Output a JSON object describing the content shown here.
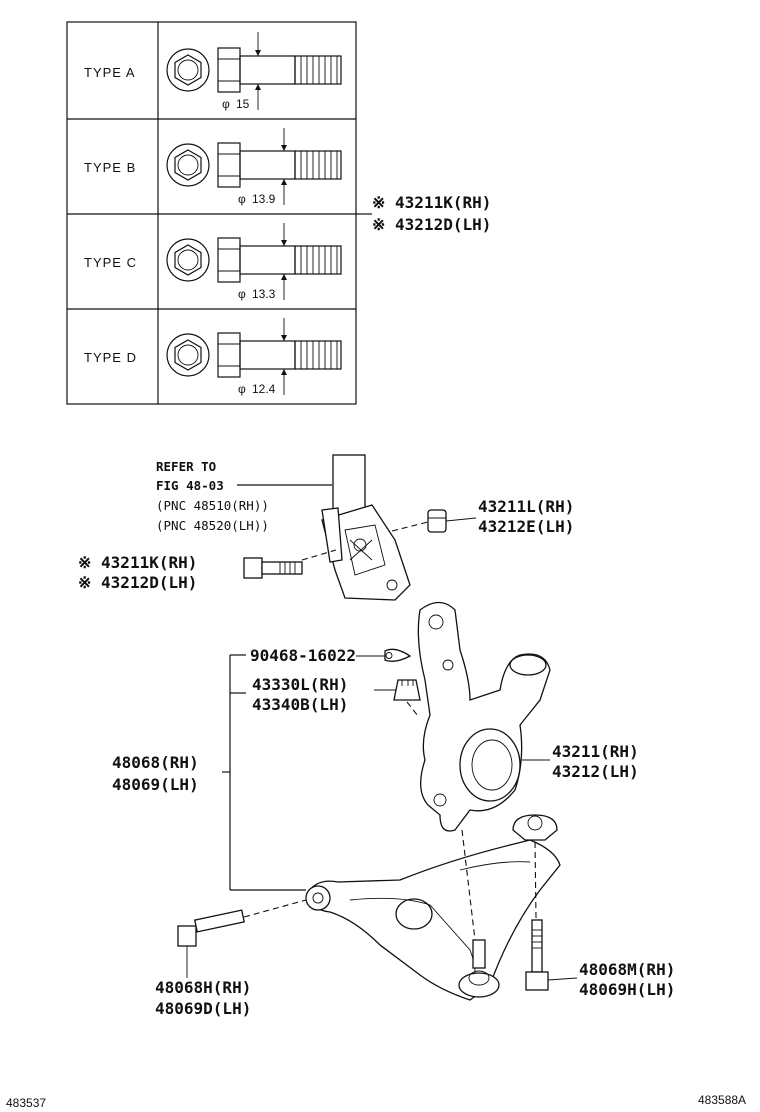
{
  "type_table": {
    "rows": [
      {
        "type_label": "TYPE  A",
        "diameter": "15"
      },
      {
        "type_label": "TYPE  B",
        "diameter": "13.9"
      },
      {
        "type_label": "TYPE  C",
        "diameter": "13.3"
      },
      {
        "type_label": "TYPE  D",
        "diameter": "12.4"
      }
    ],
    "diameter_symbol": "φ"
  },
  "callouts": {
    "table_bolt_rh": "※ 43211K(RH)",
    "table_bolt_lh": "※ 43212D(LH)",
    "refer_line1": "REFER TO",
    "refer_line2": "FIG 48-03",
    "refer_pnc_rh": "(PNC 48510(RH))",
    "refer_pnc_lh": "(PNC 48520(LH))",
    "nut_top_rh": "43211L(RH)",
    "nut_top_lh": "43212E(LH)",
    "strut_bolt_rh": "※ 43211K(RH)",
    "strut_bolt_lh": "※ 43212D(LH)",
    "cotter_pin": "90468-16022",
    "castle_nut_rh": "43330L(RH)",
    "castle_nut_lh": "43340B(LH)",
    "arm_rh": "48068(RH)",
    "arm_lh": "48069(LH)",
    "knuckle_rh": "43211(RH)",
    "knuckle_lh": "43212(LH)",
    "arm_bolt_rh": "48068H(RH)",
    "arm_bolt_lh": "48069D(LH)",
    "rear_bolt_rh": "48068M(RH)",
    "rear_bolt_lh": "48069H(LH)"
  },
  "footer": {
    "left_code": "483537",
    "right_code": "483588A"
  }
}
